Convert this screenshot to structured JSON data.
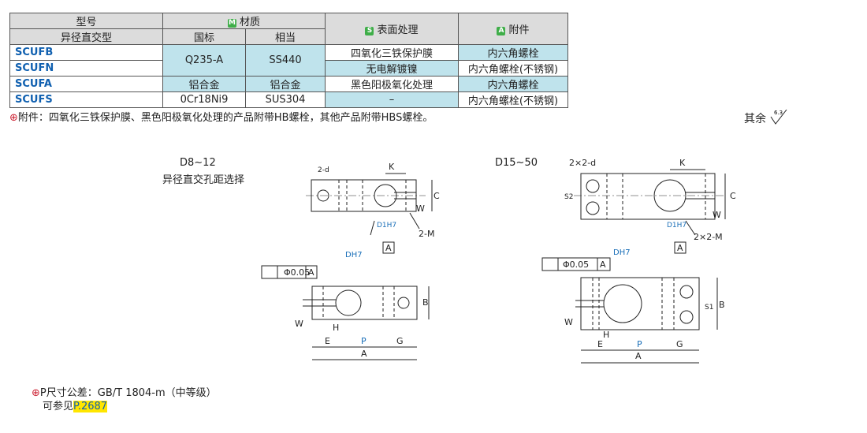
{
  "table": {
    "h_model": "型号",
    "h_material": "材质",
    "h_surface": "表面处理",
    "h_accessory": "附件",
    "h_type": "异径直交型",
    "h_national": "国标",
    "h_equivalent": "相当",
    "tag_m": "M",
    "tag_s": "S",
    "tag_a": "A",
    "rows": [
      {
        "model": "SCUFB",
        "national": "Q235-A",
        "equiv": "SS440",
        "surface": "四氧化三铁保护膜",
        "acc": "内六角螺栓"
      },
      {
        "model": "SCUFN",
        "surface": "无电解镀镍",
        "acc": "内六角螺栓(不锈钢)"
      },
      {
        "model": "SCUFA",
        "national": "铝合金",
        "equiv": "铝合金",
        "surface": "黑色阳极氧化处理",
        "acc": "内六角螺栓"
      },
      {
        "model": "SCUFS",
        "national": "0Cr18Ni9",
        "equiv": "SUS304",
        "surface": "–",
        "acc": "内六角螺栓(不锈钢)"
      }
    ]
  },
  "note": {
    "mark": "⊕",
    "text": "附件：四氧化三铁保护膜、黑色阳极氧化处理的产品附带HB螺栓，其他产品附带HBS螺栓。"
  },
  "rough_label": "其余",
  "rough_value": "6.3",
  "drawing": {
    "left_title": "D8~12",
    "left_subtitle": "异径直交孔距选择",
    "right_title": "D15~50",
    "d1h7": "D1H7",
    "dh7": "DH7",
    "tol": "Φ0.05",
    "datum": "A",
    "labels": {
      "k": "K",
      "c": "C",
      "w": "W",
      "b": "B",
      "h": "H",
      "e": "E",
      "p": "P",
      "g": "G",
      "a": "A",
      "m2": "2-M",
      "d2": "2-d",
      "d2b": "2×2-d",
      "m2b": "2×2-M",
      "s1": "S1",
      "s2": "S2"
    }
  },
  "footer": {
    "line1": "P尺寸公差：GB/T 1804-m（中等级）",
    "line2_prefix": "可参见",
    "link": "P.2687"
  }
}
